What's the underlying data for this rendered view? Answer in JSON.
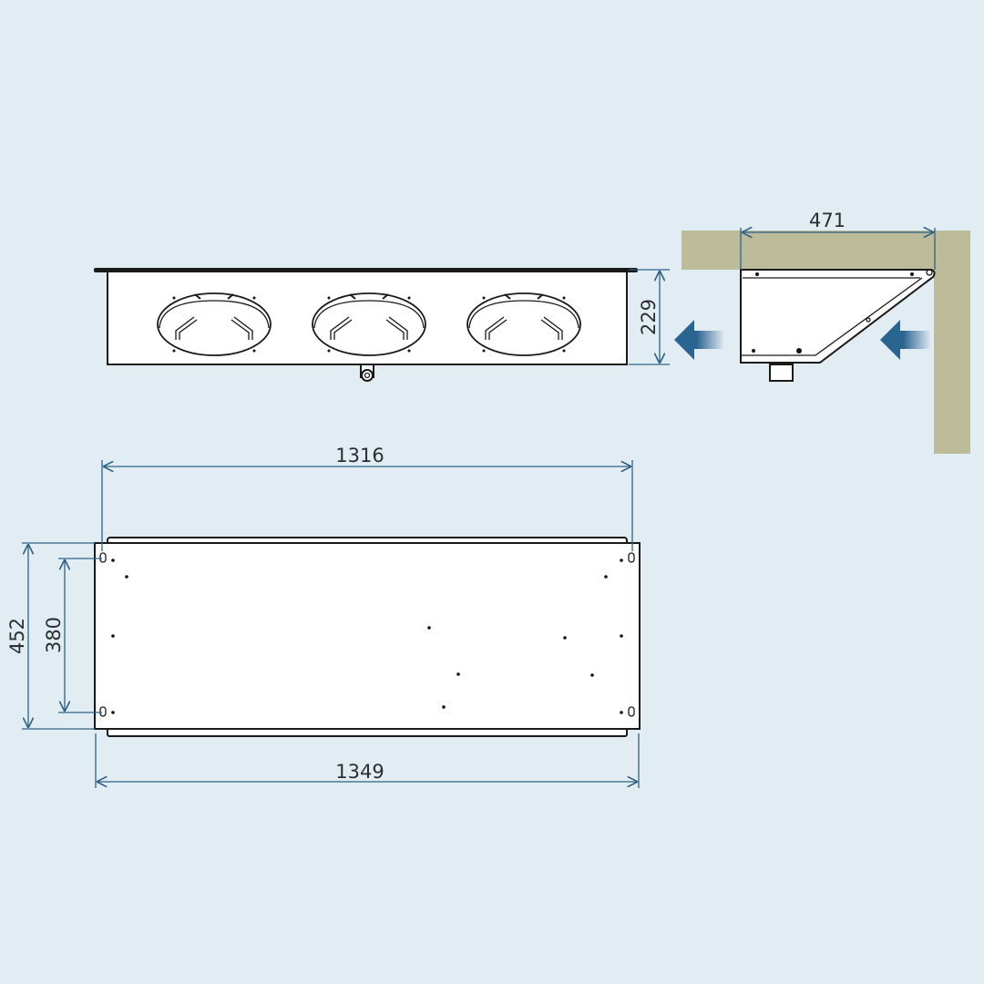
{
  "dimensions": {
    "front_height": "229",
    "side_depth": "471",
    "mount_spacing": "1316",
    "overall_length": "1349",
    "overall_width": "452",
    "mount_width": "380"
  },
  "colors": {
    "background": "#e2ecf3",
    "wall": "#bcbb9a",
    "dimension_line": "#2e6287",
    "airflow_arrow": "#2a6490"
  },
  "fan_count": 3
}
